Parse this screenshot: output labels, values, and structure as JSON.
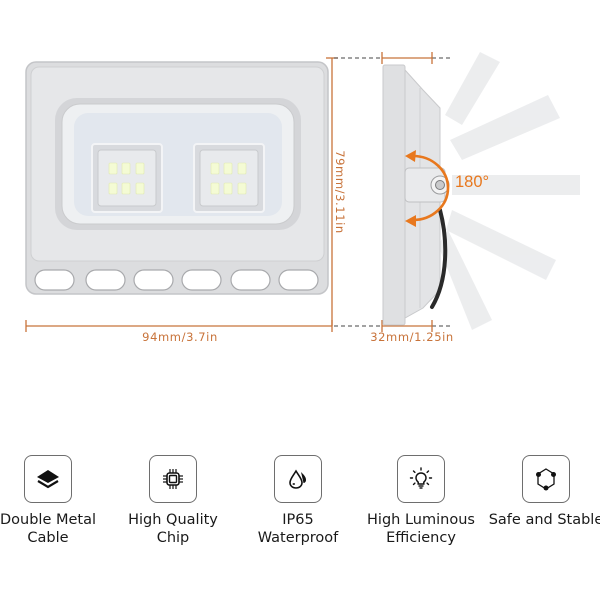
{
  "product_image": {
    "front_view": {
      "width_label": "94mm/3.7in",
      "height_label": "79mm/3.11in",
      "led_modules": 2,
      "leds_per_module": 6,
      "mounting_slots": 6
    },
    "side_view": {
      "depth_label": "32mm/1.25in",
      "rotation_label": "180°"
    },
    "colors": {
      "dimension_line": "#c8733a",
      "rotation_arrow": "#e8781e",
      "housing": "#d9dadc",
      "lens": "#e4e8ee"
    }
  },
  "features": [
    {
      "icon": "layers-icon",
      "line1": "Double Metal",
      "line2": "Cable"
    },
    {
      "icon": "chip-icon",
      "line1": "High Quality",
      "line2": "Chip"
    },
    {
      "icon": "water-drop-icon",
      "line1": "IP65",
      "line2": "Waterproof"
    },
    {
      "icon": "light-bulb-icon",
      "line1": "High Luminous",
      "line2": "Efficiency"
    },
    {
      "icon": "hexagon-network-icon",
      "line1": "Safe and Stable",
      "line2": ""
    }
  ]
}
